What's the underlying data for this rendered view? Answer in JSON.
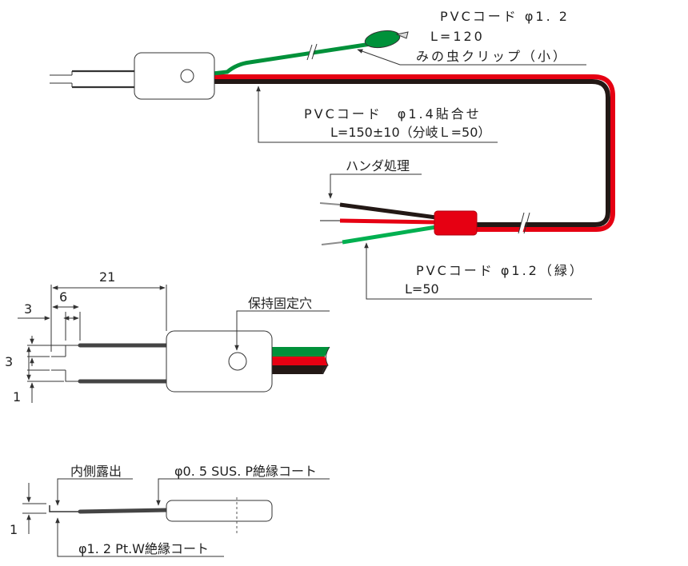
{
  "colors": {
    "cable_black": "#231815",
    "cable_red": "#e60012",
    "cable_green": "#00913a",
    "wire_grey": "#8c8c8c",
    "leader": "#333333"
  },
  "top_diagram": {
    "clip_cable_label": "PVCコード φ1. 2",
    "clip_cable_length": "L=120",
    "clip_label": "みの虫クリップ（小）",
    "main_cable_label": "PVCコード　φ1.4貼合せ",
    "main_cable_length": "L=150±10（分岐Ｌ=50）",
    "solder_label": "ハンダ処理",
    "branch_cable_label": "PVCコード φ1.2（緑）",
    "branch_cable_length": "L=50"
  },
  "mid_diagram": {
    "dim_21": "21",
    "dim_6": "6",
    "dim_3_top": "3",
    "dim_3_side": "3",
    "dim_1": "1",
    "hole_label": "保持固定穴"
  },
  "bottom_diagram": {
    "exposed_label": "内側露出",
    "sus_label": "φ0. 5 SUS. P絶縁コート",
    "pt_label": "φ1. 2 Pt.W絶縁コート",
    "dim_1": "1"
  }
}
